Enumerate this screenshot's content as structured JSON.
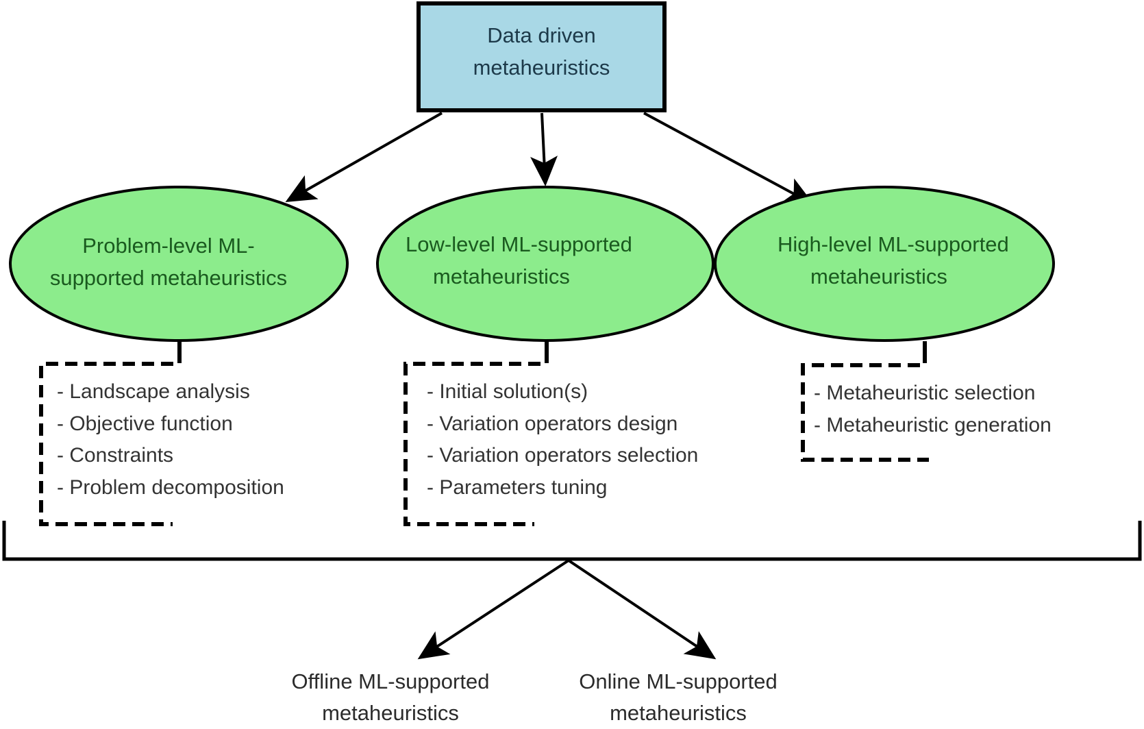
{
  "title": "Data driven metaheuristics taxonomy",
  "colors": {
    "root_fill": "#a9d8e6",
    "ellipse_fill": "#8cec8c",
    "stroke": "#000000",
    "ellipse_text": "#1a5a1f",
    "root_text": "#1d3a4a"
  },
  "root": {
    "line1": "Data driven",
    "line2": "metaheuristics"
  },
  "categories": [
    {
      "line1": "Problem-level ML-",
      "line2": "supported metaheuristics",
      "items": [
        "- Landscape analysis",
        "- Objective function",
        "- Constraints",
        "- Problem decomposition"
      ]
    },
    {
      "line1": "Low-level ML-supported",
      "line2": "metaheuristics",
      "items": [
        "- Initial solution(s)",
        "- Variation operators design",
        "- Variation operators selection",
        "- Parameters tuning"
      ]
    },
    {
      "line1": "High-level ML-supported",
      "line2": "metaheuristics",
      "items": [
        "- Metaheuristic selection",
        "- Metaheuristic generation"
      ]
    }
  ],
  "modes": [
    {
      "line1": "Offline ML-supported",
      "line2": "metaheuristics"
    },
    {
      "line1": "Online ML-supported",
      "line2": "metaheuristics"
    }
  ]
}
